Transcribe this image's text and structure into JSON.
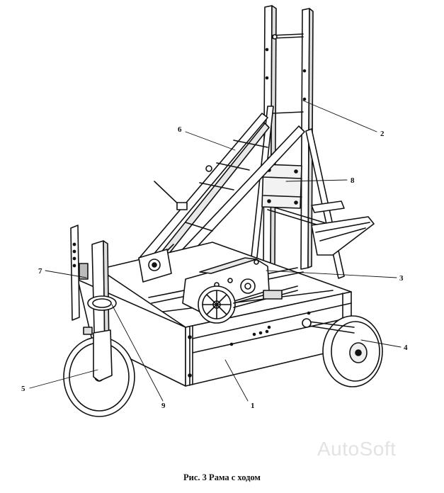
{
  "figure": {
    "caption": "Рис. 3  Рама с ходом",
    "watermark": "AutoSoft",
    "callouts": [
      "1",
      "2",
      "3",
      "4",
      "5",
      "6",
      "7",
      "8",
      "9"
    ]
  }
}
